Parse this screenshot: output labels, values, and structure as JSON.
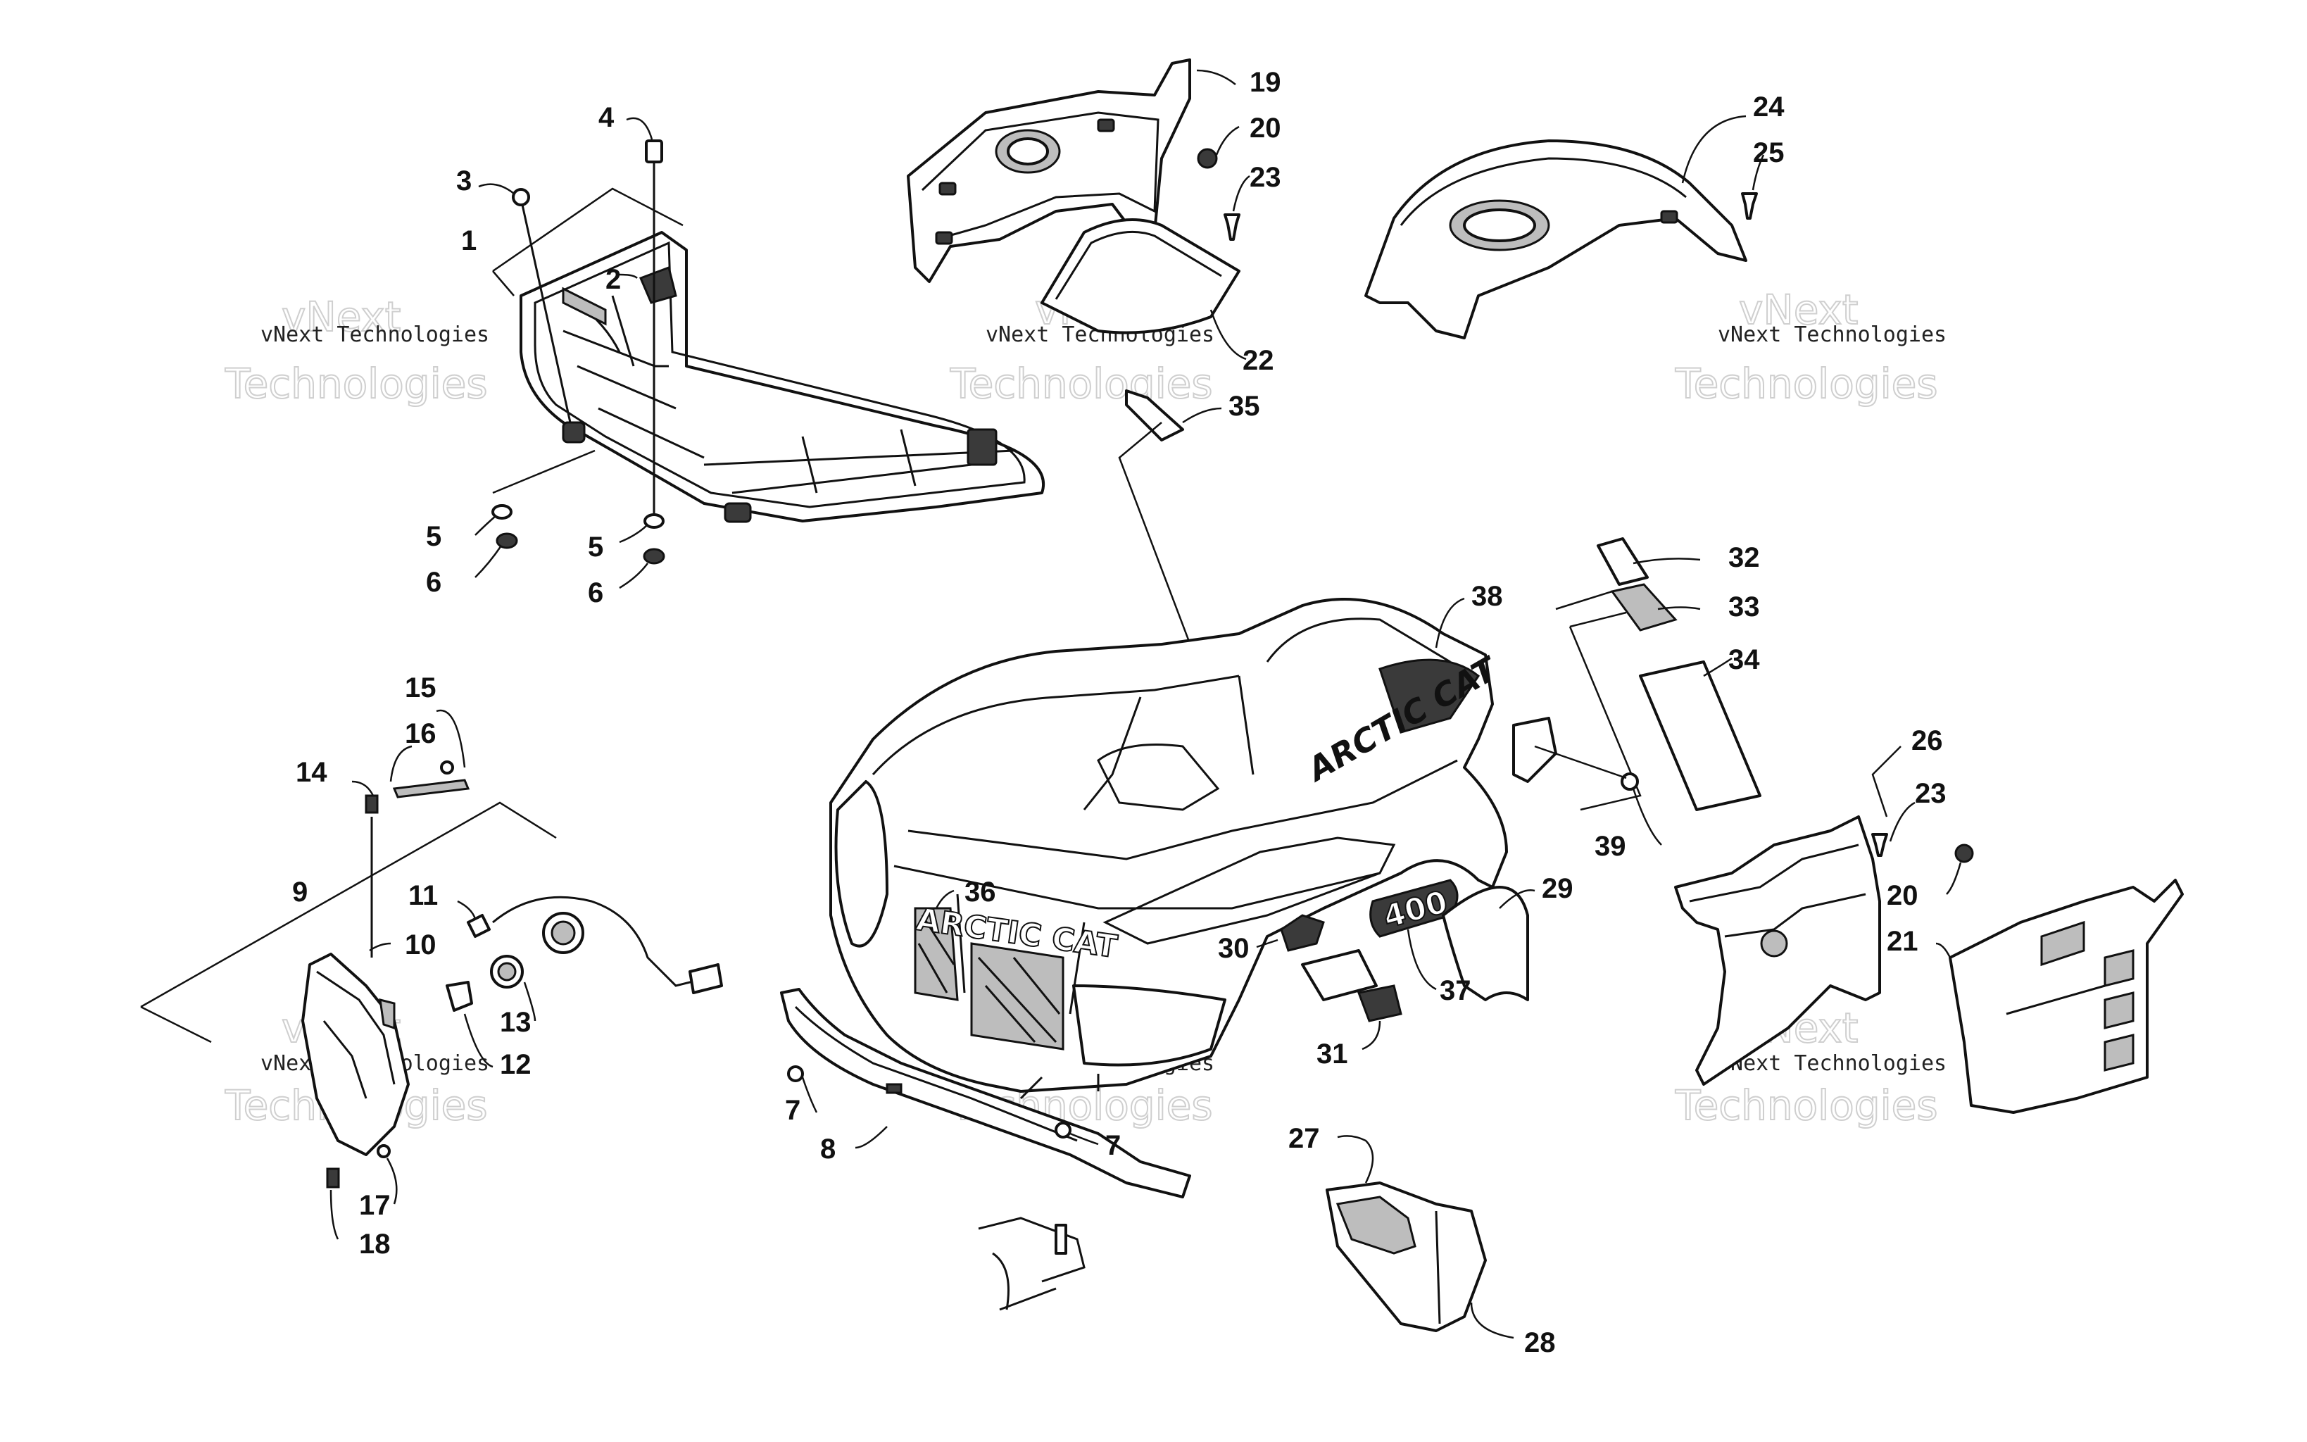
{
  "diagram": {
    "callouts": [
      {
        "id": "c1",
        "text": "1"
      },
      {
        "id": "c2",
        "text": "2"
      },
      {
        "id": "c3",
        "text": "3"
      },
      {
        "id": "c4",
        "text": "4"
      },
      {
        "id": "c5a",
        "text": "5"
      },
      {
        "id": "c5b",
        "text": "5"
      },
      {
        "id": "c6a",
        "text": "6"
      },
      {
        "id": "c6b",
        "text": "6"
      },
      {
        "id": "c7a",
        "text": "7"
      },
      {
        "id": "c7b",
        "text": "7"
      },
      {
        "id": "c8",
        "text": "8"
      },
      {
        "id": "c9",
        "text": "9"
      },
      {
        "id": "c10",
        "text": "10"
      },
      {
        "id": "c11",
        "text": "11"
      },
      {
        "id": "c12",
        "text": "12"
      },
      {
        "id": "c13",
        "text": "13"
      },
      {
        "id": "c14",
        "text": "14"
      },
      {
        "id": "c15",
        "text": "15"
      },
      {
        "id": "c16",
        "text": "16"
      },
      {
        "id": "c17",
        "text": "17"
      },
      {
        "id": "c18",
        "text": "18"
      },
      {
        "id": "c19",
        "text": "19"
      },
      {
        "id": "c20a",
        "text": "20"
      },
      {
        "id": "c20b",
        "text": "20"
      },
      {
        "id": "c21",
        "text": "21"
      },
      {
        "id": "c22",
        "text": "22"
      },
      {
        "id": "c23a",
        "text": "23"
      },
      {
        "id": "c23b",
        "text": "23"
      },
      {
        "id": "c24",
        "text": "24"
      },
      {
        "id": "c25",
        "text": "25"
      },
      {
        "id": "c26",
        "text": "26"
      },
      {
        "id": "c27",
        "text": "27"
      },
      {
        "id": "c28",
        "text": "28"
      },
      {
        "id": "c29",
        "text": "29"
      },
      {
        "id": "c30",
        "text": "30"
      },
      {
        "id": "c31",
        "text": "31"
      },
      {
        "id": "c32",
        "text": "32"
      },
      {
        "id": "c33",
        "text": "33"
      },
      {
        "id": "c34",
        "text": "34"
      },
      {
        "id": "c35",
        "text": "35"
      },
      {
        "id": "c36",
        "text": "36"
      },
      {
        "id": "c37",
        "text": "37"
      },
      {
        "id": "c38",
        "text": "38"
      },
      {
        "id": "c39",
        "text": "39"
      }
    ],
    "decals": {
      "brand": "ARCTIC CAT",
      "grille_badge": "ARCTIC CAT",
      "model": "400"
    },
    "watermark": {
      "small": "vNext Technologies",
      "big_line1": "vNext",
      "big_line2": "Technologies"
    }
  }
}
